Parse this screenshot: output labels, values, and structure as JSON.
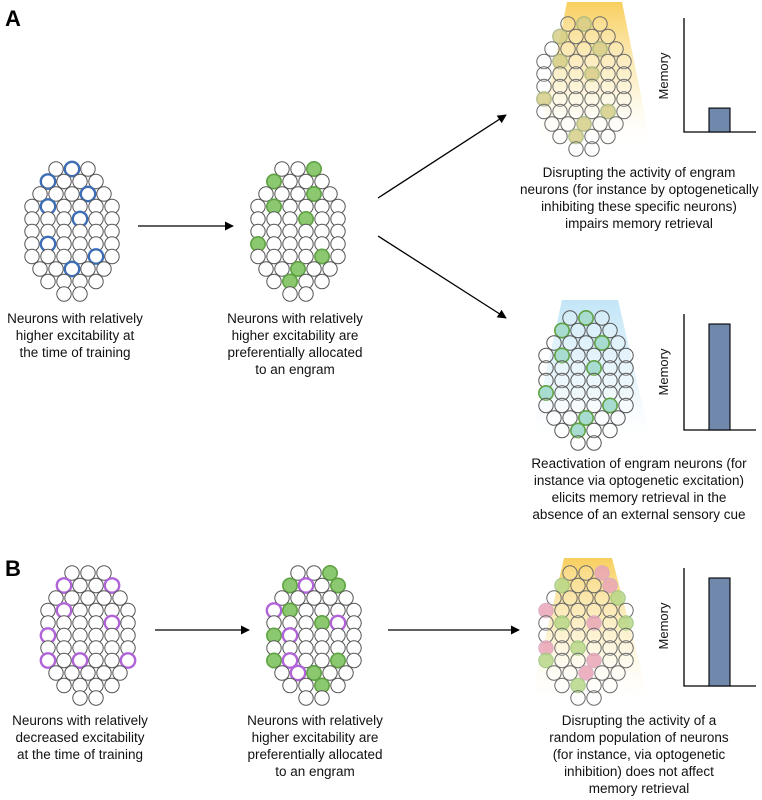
{
  "panels": {
    "a": {
      "label": "A",
      "captions": {
        "training": [
          "Neurons with relatively",
          "higher excitability at",
          "the time of training"
        ],
        "allocation": [
          "Neurons with relatively",
          "higher excitability are",
          "preferentially allocated",
          "to an engram"
        ],
        "inhibition": [
          "Disrupting the activity of engram",
          "neurons (for instance by optogenetically",
          "inhibiting these specific neurons)",
          "impairs memory retrieval"
        ],
        "excitation": [
          "Reactivation of engram neurons (for",
          "instance via optogenetic excitation)",
          "elicits memory retrieval in the",
          "absence of an external sensory cue"
        ]
      }
    },
    "b": {
      "label": "B",
      "captions": {
        "training": [
          "Neurons with relatively",
          "decreased excitability",
          "at the time of training"
        ],
        "allocation": [
          "Neurons with relatively",
          "higher excitability are",
          "preferentially allocated",
          "to an engram"
        ],
        "inhibition": [
          "Disrupting the activity of a",
          "random population of neurons",
          "(for instance, via optogenetic",
          "inhibition) does not affect",
          "memory retrieval"
        ]
      }
    }
  },
  "chart_data": [
    {
      "type": "bar",
      "ylabel": "Memory",
      "values": [
        0.23
      ],
      "outcome": "impaired retrieval"
    },
    {
      "type": "bar",
      "ylabel": "Memory",
      "values": [
        1.0
      ],
      "outcome": "retrieval elicited"
    },
    {
      "type": "bar",
      "ylabel": "Memory",
      "values": [
        1.0
      ],
      "outcome": "retrieval unaffected"
    }
  ],
  "colors": {
    "blue_ring": "#3d6eb5",
    "green_fill": "#8cc870",
    "green_stroke": "#5fa243",
    "purple_ring": "#b164d8",
    "pink_fill": "#eaa6b8",
    "yellow_light": "#f8cc56",
    "blue_light": "#bfe4f6",
    "bar": "#7188ad"
  }
}
